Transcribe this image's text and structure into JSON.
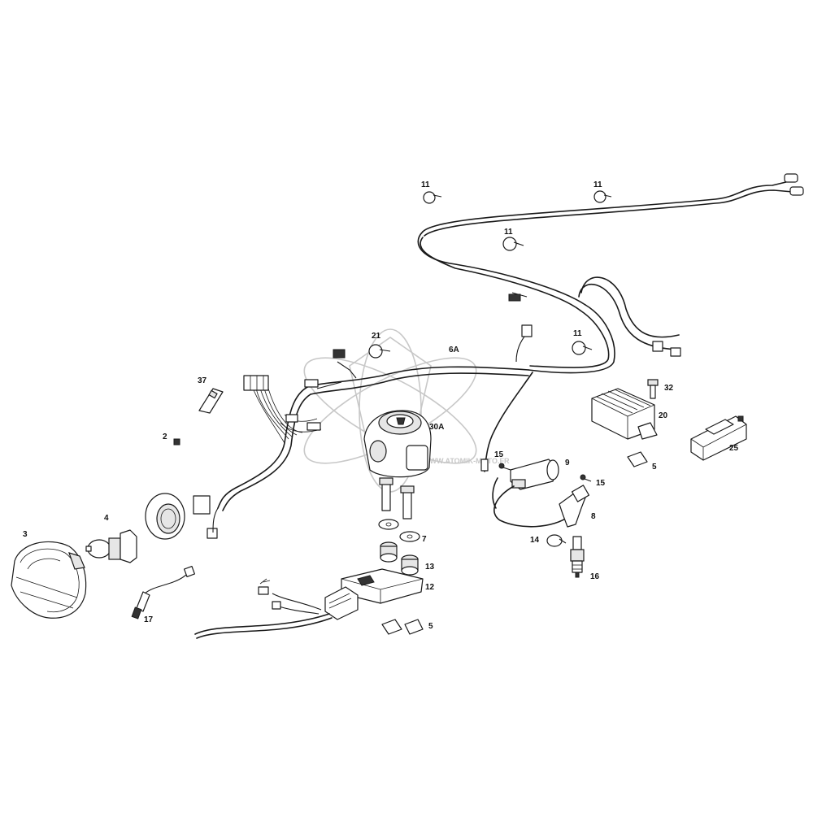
{
  "callouts": {
    "c11a": "11",
    "c11b": "11",
    "c11c": "11",
    "c11d": "11",
    "c21": "21",
    "c6a": "6A",
    "c37": "37",
    "c32": "32",
    "c20": "20",
    "c30a": "30A",
    "c2": "2",
    "c25": "25",
    "c5a": "5",
    "c15a": "15",
    "c9": "9",
    "c15b": "15",
    "c3": "3",
    "c4": "4",
    "c8": "8",
    "c7": "7",
    "c14": "14",
    "c16": "16",
    "c13": "13",
    "c12": "12",
    "c17": "17",
    "c5b": "5"
  },
  "watermark": {
    "text": "WWW.ATOMIK-MOTO.FR"
  },
  "parts": [
    {
      "ref": "2",
      "icon": "fuse-icon"
    },
    {
      "ref": "3",
      "icon": "headlight-icon"
    },
    {
      "ref": "4",
      "icon": "bulb-icon"
    },
    {
      "ref": "5",
      "icon": "clip-icon"
    },
    {
      "ref": "6A",
      "icon": "wiring-harness-icon"
    },
    {
      "ref": "7",
      "icon": "washer-icon"
    },
    {
      "ref": "8",
      "icon": "spark-plug-cap-icon"
    },
    {
      "ref": "9",
      "icon": "ignition-coil-icon"
    },
    {
      "ref": "11",
      "icon": "cable-clamp-icon"
    },
    {
      "ref": "12",
      "icon": "cdi-unit-icon"
    },
    {
      "ref": "13",
      "icon": "rubber-grommet-icon"
    },
    {
      "ref": "14",
      "icon": "hose-clamp-icon"
    },
    {
      "ref": "15",
      "icon": "screw-icon"
    },
    {
      "ref": "16",
      "icon": "spark-plug-icon"
    },
    {
      "ref": "17",
      "icon": "sensor-icon"
    },
    {
      "ref": "20",
      "icon": "voltage-regulator-icon"
    },
    {
      "ref": "21",
      "icon": "cable-clamp-icon"
    },
    {
      "ref": "25",
      "icon": "relay-box-icon"
    },
    {
      "ref": "30A",
      "icon": "ignition-switch-icon"
    },
    {
      "ref": "32",
      "icon": "bolt-icon"
    },
    {
      "ref": "37",
      "icon": "fuse-holder-icon"
    }
  ]
}
